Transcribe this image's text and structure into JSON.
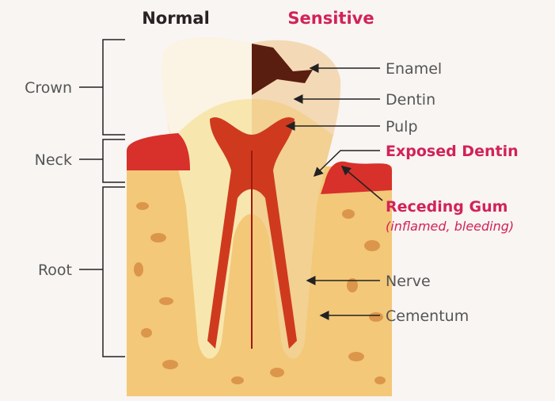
{
  "headers": {
    "normal": "Normal",
    "sensitive": "Sensitive"
  },
  "left_labels": {
    "crown": "Crown",
    "neck": "Neck",
    "root": "Root"
  },
  "right_labels": {
    "enamel": "Enamel",
    "dentin": "Dentin",
    "pulp": "Pulp",
    "exposed_dentin": "Exposed Dentin",
    "receding_gum": "Receding Gum",
    "receding_gum_note": "(inflamed, bleeding)",
    "nerve": "Nerve",
    "cementum": "Cementum"
  },
  "colors": {
    "accent": "#d2225a",
    "label": "#555555",
    "gum": "#d8302a",
    "bone": "#f0b560",
    "dentin": "#f6e3a0",
    "pulp": "#c8301c"
  }
}
